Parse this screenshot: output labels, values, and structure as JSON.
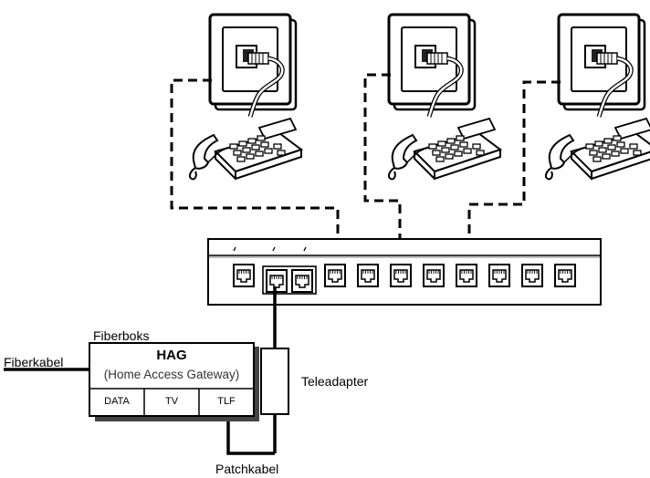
{
  "labels": {
    "fiberboks": "Fiberboks",
    "fiberkabel": "Fiberkabel",
    "teleadapter": "Teleadapter",
    "patchkabel": "Patchkabel"
  },
  "hag": {
    "title": "HAG",
    "subtitle": "(Home Access Gateway)",
    "ports": [
      "DATA",
      "TV",
      "TLF"
    ]
  },
  "icons": {
    "wall_socket": "wall-socket-icon",
    "telephone": "desk-telephone-icon",
    "patch_panel": "patch-panel",
    "rj45_port": "rj45-port-icon"
  },
  "colors": {
    "line": "#000000",
    "device_fill": "#ffffff",
    "shadow": "#444444"
  }
}
